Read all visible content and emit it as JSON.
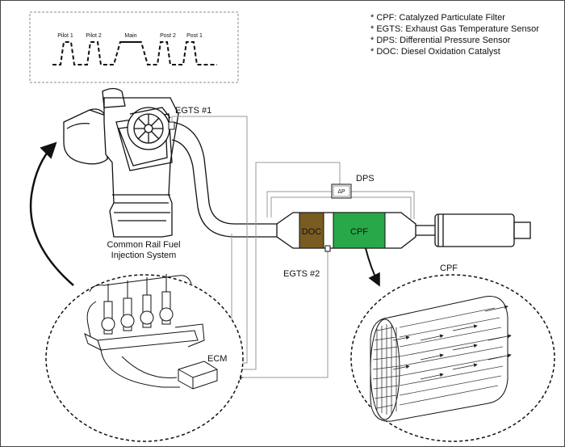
{
  "legend": [
    "* CPF: Catalyzed Particulate Filter",
    "* EGTS: Exhaust Gas Temperature Sensor",
    "* DPS: Differential Pressure Sensor",
    "* DOC: Diesel Oxidation Catalyst"
  ],
  "injection_pulses": [
    "Pilot 1",
    "Pilot 2",
    "Main",
    "Post 2",
    "Post 1"
  ],
  "labels": {
    "egts1": "EGTS #1",
    "egts2": "EGTS #2",
    "dps": "DPS",
    "dps_symbol": "ΔP",
    "doc": "DOC",
    "cpf": "CPF",
    "cpf_detail": "CPF",
    "ecm": "ECM",
    "engine_line1": "Common Rail Fuel",
    "engine_line2": "Injection System"
  },
  "colors": {
    "doc": "#7a5c22",
    "cpf": "#29a84a",
    "line": "#111111",
    "wire": "#999999"
  }
}
